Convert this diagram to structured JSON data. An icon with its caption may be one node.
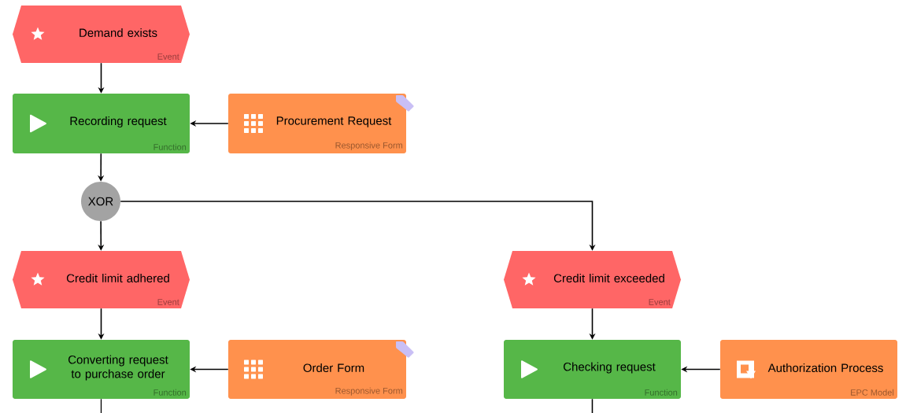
{
  "diagram": {
    "nodes": [
      {
        "text": [
          "Demand exists",
          "Event"
        ]
      },
      {
        "text": [
          "Recording request",
          "Function"
        ]
      },
      {
        "text": [
          "Procurement Request",
          "Responsive Form"
        ]
      },
      {
        "text": [
          "XOR"
        ]
      },
      {
        "text": [
          "Credit limit adhered",
          "Event"
        ]
      },
      {
        "text": [
          "Credit limit exceeded",
          "Event"
        ]
      },
      {
        "text": [
          "Converting request to purchase order",
          "Function"
        ]
      },
      {
        "text": [
          "Order Form",
          "Responsive Form"
        ]
      },
      {
        "text": [
          "Checking request",
          "Function"
        ]
      },
      {
        "text": [
          "Authorization Process",
          "EPC Model"
        ]
      }
    ],
    "edges": [
      {
        "from": 0,
        "to": 1,
        "arrow": "to"
      },
      {
        "from": 2,
        "to": 1,
        "arrow": "to"
      },
      {
        "from": 1,
        "to": 3,
        "arrow": "to"
      },
      {
        "from": 3,
        "to": 4,
        "arrow": "to"
      },
      {
        "from": 3,
        "to": 5,
        "arrow": "to"
      },
      {
        "from": 4,
        "to": 6,
        "arrow": "to"
      },
      {
        "from": 7,
        "to": 6,
        "arrow": "to"
      },
      {
        "from": 5,
        "to": 8,
        "arrow": "to"
      },
      {
        "from": 9,
        "to": 8,
        "arrow": "to"
      },
      {
        "from": 6,
        "to": null,
        "arrow": "none"
      },
      {
        "from": 8,
        "to": null,
        "arrow": "none"
      }
    ]
  }
}
